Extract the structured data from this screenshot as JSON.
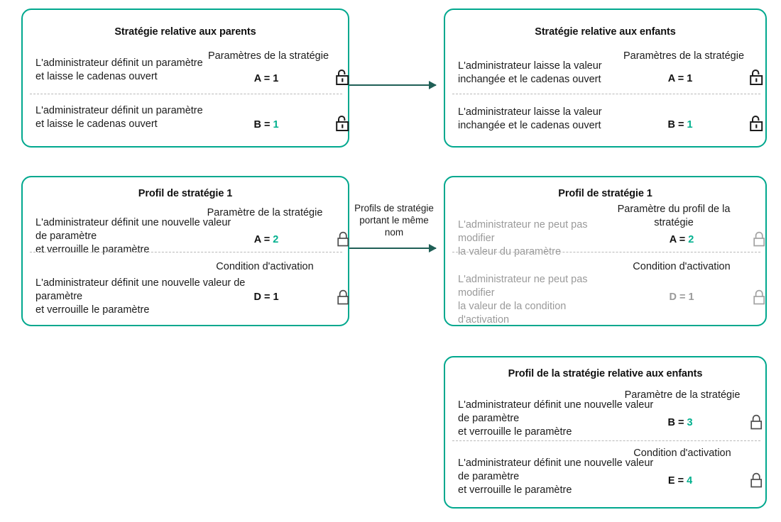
{
  "theme": {
    "accent": "#00a88e",
    "accent_value": "#00b08e",
    "arrow": "#1f5f56",
    "text": "#1c1c1c",
    "muted": "#9a9a9a",
    "divider": "#b9b9b9",
    "background": "#ffffff"
  },
  "cards": {
    "parent_policy": {
      "title": "Stratégie relative aux\nparents",
      "rows": [
        {
          "description": "L'administrateur définit un paramètre\net laisse le cadenas ouvert",
          "column_header": "Paramètres de la stratégie",
          "value_key": "A",
          "value_number": "1",
          "value_accent": false,
          "lock": "unlocked-icon",
          "lock_state": "unlocked",
          "muted": false
        },
        {
          "description": "L'administrateur définit un paramètre\net laisse le cadenas ouvert",
          "column_header": "",
          "value_key": "B",
          "value_number": "1",
          "value_accent": true,
          "lock": "unlocked-icon",
          "lock_state": "unlocked",
          "muted": false
        }
      ]
    },
    "child_policy": {
      "title": "Stratégie relative aux\nenfants",
      "rows": [
        {
          "description": "L'administrateur laisse la valeur\ninchangée et le cadenas ouvert",
          "column_header": "Paramètres de la stratégie",
          "value_key": "A",
          "value_number": "1",
          "value_accent": false,
          "lock": "unlocked-icon",
          "lock_state": "unlocked",
          "muted": false
        },
        {
          "description": "L'administrateur laisse la valeur\ninchangée et le cadenas ouvert",
          "column_header": "",
          "value_key": "B",
          "value_number": "1",
          "value_accent": true,
          "lock": "unlocked-icon",
          "lock_state": "unlocked",
          "muted": false
        }
      ]
    },
    "profile_left": {
      "title": "Profil de stratégie 1",
      "rows": [
        {
          "description": "L'administrateur définit une nouvelle valeur\nde paramètre\n et verrouille le paramètre",
          "column_header": "Paramètre de la stratégie",
          "value_key": "A",
          "value_number": "2",
          "value_accent": true,
          "lock": "locked-icon",
          "lock_state": "locked",
          "muted": false
        },
        {
          "description": "L'administrateur définit une nouvelle valeur de\nparamètre\n et verrouille le paramètre",
          "column_header": "Condition d'activation",
          "value_key": "D",
          "value_number": "1",
          "value_accent": false,
          "lock": "locked-icon",
          "lock_state": "locked",
          "muted": false
        }
      ]
    },
    "profile_right": {
      "title": "Profil de stratégie 1",
      "rows": [
        {
          "description": "L'administrateur ne peut pas modifier\n la valeur du paramètre",
          "column_header": "Paramètre du profil\nde la stratégie",
          "value_key": "A",
          "value_number": "2",
          "value_accent": true,
          "lock": "locked-icon",
          "lock_state": "locked",
          "muted": true
        },
        {
          "description": "L'administrateur ne peut pas modifier\nla valeur de la condition\nd'activation",
          "column_header": "Condition d'activation",
          "value_key": "D",
          "value_number": "1",
          "value_accent": false,
          "lock": "locked-icon",
          "lock_state": "locked",
          "muted": true
        }
      ]
    },
    "child_profile": {
      "title": "Profil de la stratégie relative aux enfants",
      "rows": [
        {
          "description": "L'administrateur définit une nouvelle valeur\nde paramètre\n et verrouille le paramètre",
          "column_header": "Paramètre de la stratégie",
          "value_key": "B",
          "value_number": "3",
          "value_accent": true,
          "lock": "locked-icon",
          "lock_state": "locked",
          "muted": false
        },
        {
          "description": "L'administrateur définit une nouvelle valeur\nde paramètre\n et verrouille le paramètre",
          "column_header": "Condition d'activation",
          "value_key": "E",
          "value_number": "4",
          "value_accent": true,
          "lock": "locked-icon",
          "lock_state": "locked",
          "muted": false
        }
      ]
    }
  },
  "connectors": {
    "top_arrow": {
      "label": ""
    },
    "middle_arrow": {
      "label": "Profils de stratégie\nportant le même\nnom"
    }
  }
}
